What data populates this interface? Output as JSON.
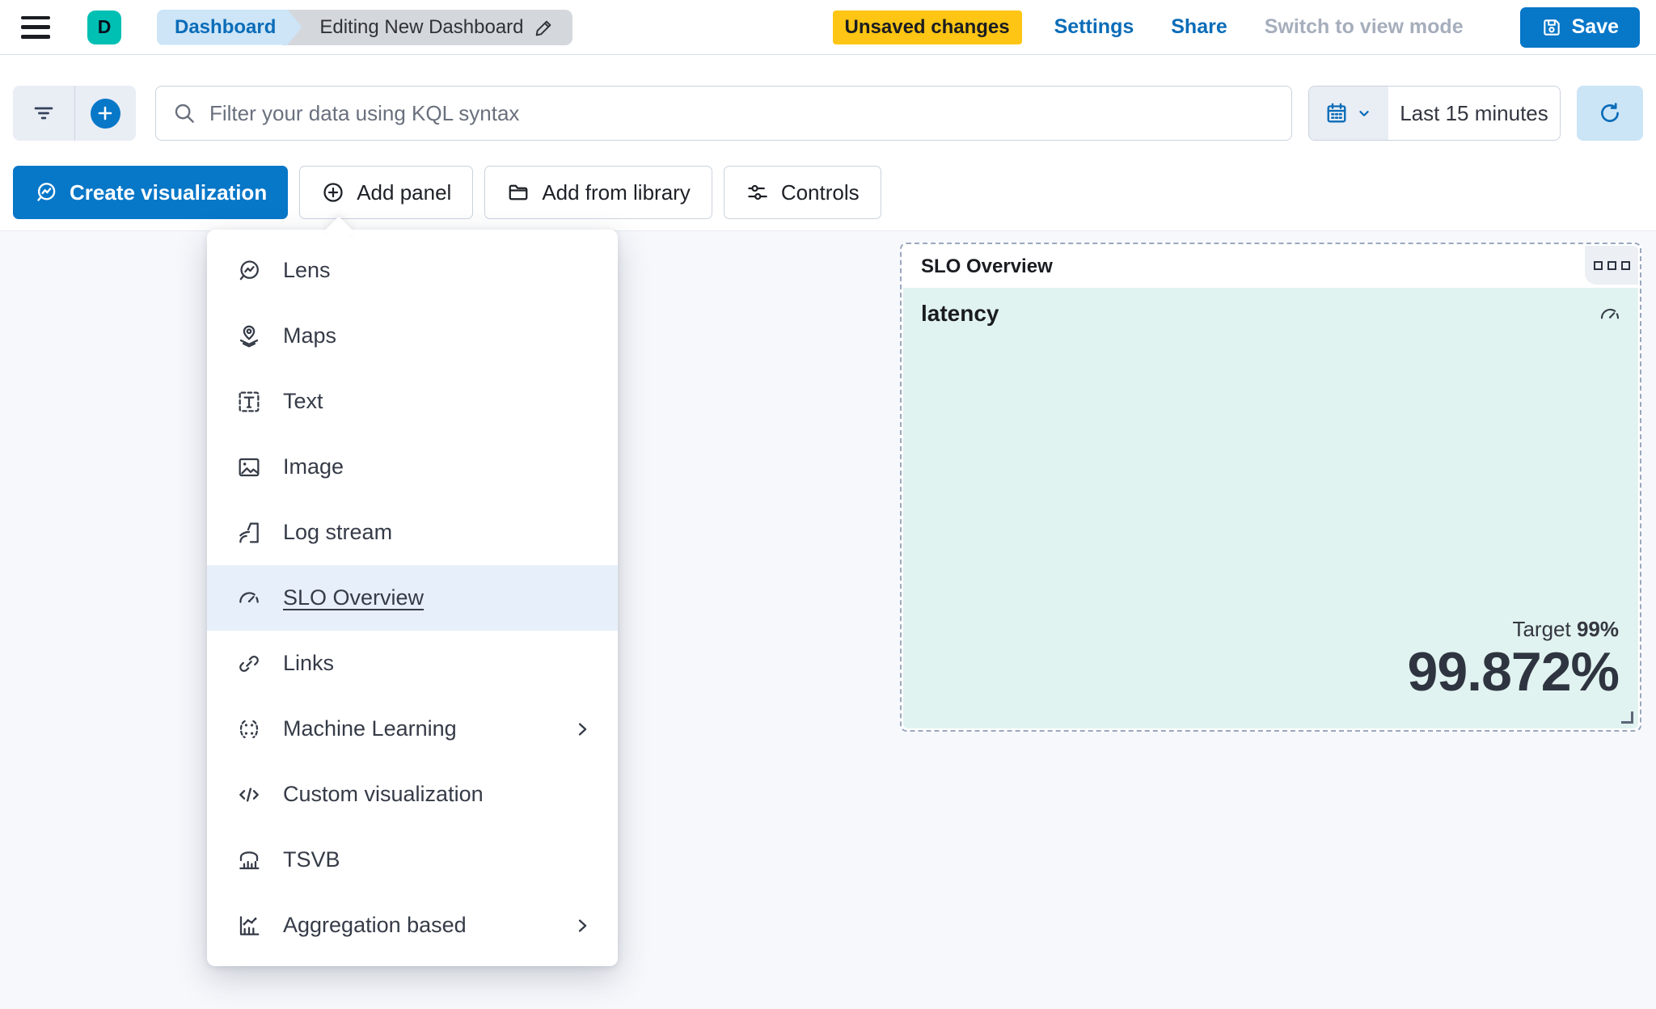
{
  "header": {
    "logo_text": "D",
    "breadcrumbs": {
      "root": "Dashboard",
      "current": "Editing New Dashboard"
    },
    "unsaved_badge": "Unsaved changes",
    "settings_link": "Settings",
    "share_link": "Share",
    "view_mode_link": "Switch to view mode",
    "save_label": "Save"
  },
  "query_bar": {
    "search_placeholder": "Filter your data using KQL syntax",
    "time_range": "Last 15 minutes"
  },
  "actions": {
    "create_visualization": "Create visualization",
    "add_panel": "Add panel",
    "add_from_library": "Add from library",
    "controls": "Controls"
  },
  "add_panel_menu": {
    "items": [
      {
        "label": "Lens",
        "icon": "lens-icon",
        "selected": false,
        "has_submenu": false
      },
      {
        "label": "Maps",
        "icon": "maps-icon",
        "selected": false,
        "has_submenu": false
      },
      {
        "label": "Text",
        "icon": "text-icon",
        "selected": false,
        "has_submenu": false
      },
      {
        "label": "Image",
        "icon": "image-icon",
        "selected": false,
        "has_submenu": false
      },
      {
        "label": "Log stream",
        "icon": "log-stream-icon",
        "selected": false,
        "has_submenu": false
      },
      {
        "label": "SLO Overview",
        "icon": "gauge-icon",
        "selected": true,
        "has_submenu": false
      },
      {
        "label": "Links",
        "icon": "link-icon",
        "selected": false,
        "has_submenu": false
      },
      {
        "label": "Machine Learning",
        "icon": "machine-learning-icon",
        "selected": false,
        "has_submenu": true
      },
      {
        "label": "Custom visualization",
        "icon": "code-icon",
        "selected": false,
        "has_submenu": false
      },
      {
        "label": "TSVB",
        "icon": "tsvb-icon",
        "selected": false,
        "has_submenu": false
      },
      {
        "label": "Aggregation based",
        "icon": "aggregation-icon",
        "selected": false,
        "has_submenu": true
      }
    ]
  },
  "slo_panel": {
    "title": "SLO Overview",
    "metric_name": "latency",
    "target_label": "Target",
    "target_value": "99%",
    "value": "99.872%"
  },
  "colors": {
    "primary": "#0777C8",
    "logo_teal": "#00BFB3",
    "warning_badge": "#FEC514",
    "link_blue": "#0A6CB8",
    "disabled_text": "#A6AEBC",
    "panel_mint": "#E1F3F0",
    "menu_highlight": "#E7F0FA",
    "dashed_border": "#9AA8BD",
    "canvas_bg": "#F6F8FC"
  }
}
